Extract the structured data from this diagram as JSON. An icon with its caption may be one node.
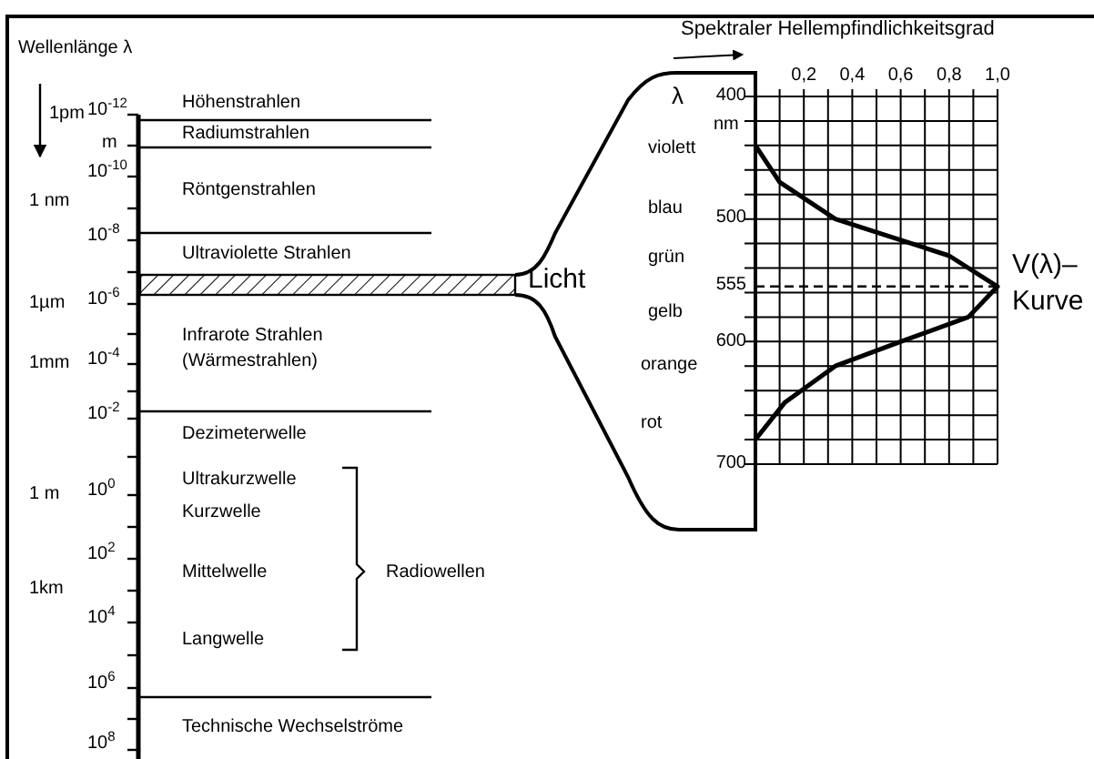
{
  "diagram": {
    "labels": [
      "Wellenlänge λ",
      "1pm",
      "10$^{-12}$",
      "m",
      "Höhenstrahlen",
      "Radiumstrahlen",
      "10$^{-10}$",
      "1 nm",
      "Röntgenstrahlen",
      "10$^{-8}$",
      "Ultraviolette Strahlen",
      "Licht",
      "1µm",
      "10$^{-6}$",
      "Infrarote Strahlen (Wärmestrahlen)",
      "1mm",
      "10$^{-4}$",
      "10$^{-2}$",
      "Dezimeterwelle",
      "1 m",
      "10$^{0}$",
      "Ultrakurzwelle",
      "Kurzwelle",
      "10$^{2}$",
      "1km",
      "Mittelwelle",
      "Radiowellen",
      "10$^{4}$",
      "Langwelle",
      "10$^{6}$",
      "Technische Wechselströme",
      "10$^{8}$",
      "nm",
      "violett",
      "blau",
      "grün",
      "gelb",
      "orange",
      "rot",
      "V(λ)– Kurve"
    ],
    "chart_data": {
      "type": "line",
      "xlabel": "Spektraler Hellempfindlichkeitsgrad",
      "ylabel": "λ",
      "x": [
        0,
        0.1,
        0.33,
        0.8,
        1.0,
        0.88,
        0.6,
        0.33,
        0.12,
        0
      ],
      "series": [
        {
          "values": [
            440,
            470,
            500,
            530,
            555,
            580,
            600,
            620,
            650,
            680
          ]
        }
      ],
      "xlim": [
        0,
        1
      ],
      "ylim": [
        700,
        400
      ],
      "grid": true,
      "ref_lines": [
        {
          "axis": "y",
          "value": 555
        }
      ],
      "xticks": [
        {
          "value": 0.2,
          "label": "0,2"
        },
        {
          "value": 0.4,
          "label": "0,4"
        },
        {
          "value": 0.6,
          "label": "0,6"
        },
        {
          "value": 0.8,
          "label": "0,8"
        },
        {
          "value": 1.0,
          "label": "1,0"
        }
      ],
      "yticks": [
        400,
        500,
        555,
        600,
        700
      ]
    }
  }
}
